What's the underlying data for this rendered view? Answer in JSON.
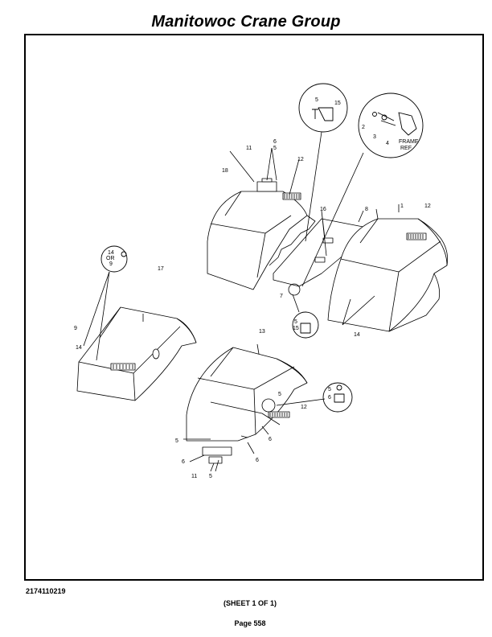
{
  "header": {
    "title": "Manitowoc Crane Group"
  },
  "footer": {
    "doc_number": "2174110219",
    "sheet": "(SHEET 1 OF 1)",
    "page": "Page 558"
  },
  "callouts": {
    "c1": "1",
    "c12a": "12",
    "c16": "16",
    "c8": "8",
    "c18": "18",
    "c11a": "11",
    "c6a": "6",
    "c5a": "5",
    "c12b": "12",
    "c5b": "5",
    "c15a": "15",
    "c2": "2",
    "c3": "3",
    "c4": "4",
    "frame": "FRAME",
    "ref": "REF",
    "c7": "7",
    "c14a": "14",
    "c5c": "5",
    "c15b": "15",
    "c14b": "14",
    "or": "OR",
    "c9a": "9",
    "c17": "17",
    "c9b": "9",
    "c14c": "14",
    "c13": "13",
    "c5d": "5",
    "c5e": "5",
    "c6b": "6",
    "c12c": "12",
    "c6c": "6",
    "c5f": "5",
    "c6d": "6",
    "c6e": "6",
    "c11b": "11",
    "c5g": "5"
  }
}
